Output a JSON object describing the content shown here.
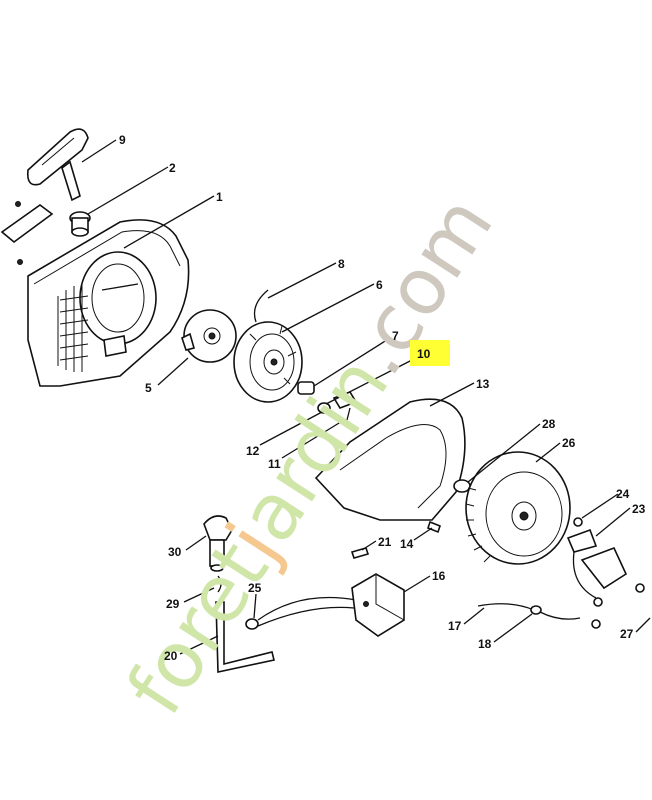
{
  "callouts": [
    {
      "id": "9",
      "text": "9"
    },
    {
      "id": "2",
      "text": "2"
    },
    {
      "id": "1",
      "text": "1"
    },
    {
      "id": "8",
      "text": "8"
    },
    {
      "id": "6",
      "text": "6"
    },
    {
      "id": "5",
      "text": "5"
    },
    {
      "id": "7",
      "text": "7"
    },
    {
      "id": "10",
      "text": "10",
      "highlight": "#ffff33"
    },
    {
      "id": "12",
      "text": "12"
    },
    {
      "id": "11",
      "text": "11"
    },
    {
      "id": "13",
      "text": "13"
    },
    {
      "id": "28",
      "text": "28"
    },
    {
      "id": "26",
      "text": "26"
    },
    {
      "id": "24",
      "text": "24"
    },
    {
      "id": "23",
      "text": "23"
    },
    {
      "id": "30",
      "text": "30"
    },
    {
      "id": "21",
      "text": "21"
    },
    {
      "id": "14",
      "text": "14"
    },
    {
      "id": "16",
      "text": "16"
    },
    {
      "id": "29",
      "text": "29"
    },
    {
      "id": "25",
      "text": "25"
    },
    {
      "id": "20",
      "text": "20"
    },
    {
      "id": "17",
      "text": "17"
    },
    {
      "id": "18",
      "text": "18"
    },
    {
      "id": "27",
      "text": "27"
    }
  ],
  "watermark": {
    "text_green": "foret",
    "text_orange": "j",
    "text_green2": "ardin",
    "text_gray": ".com",
    "color_green": "#cfe6a8",
    "color_orange": "#f5c88f",
    "color_gray": "#cfc8bf"
  }
}
